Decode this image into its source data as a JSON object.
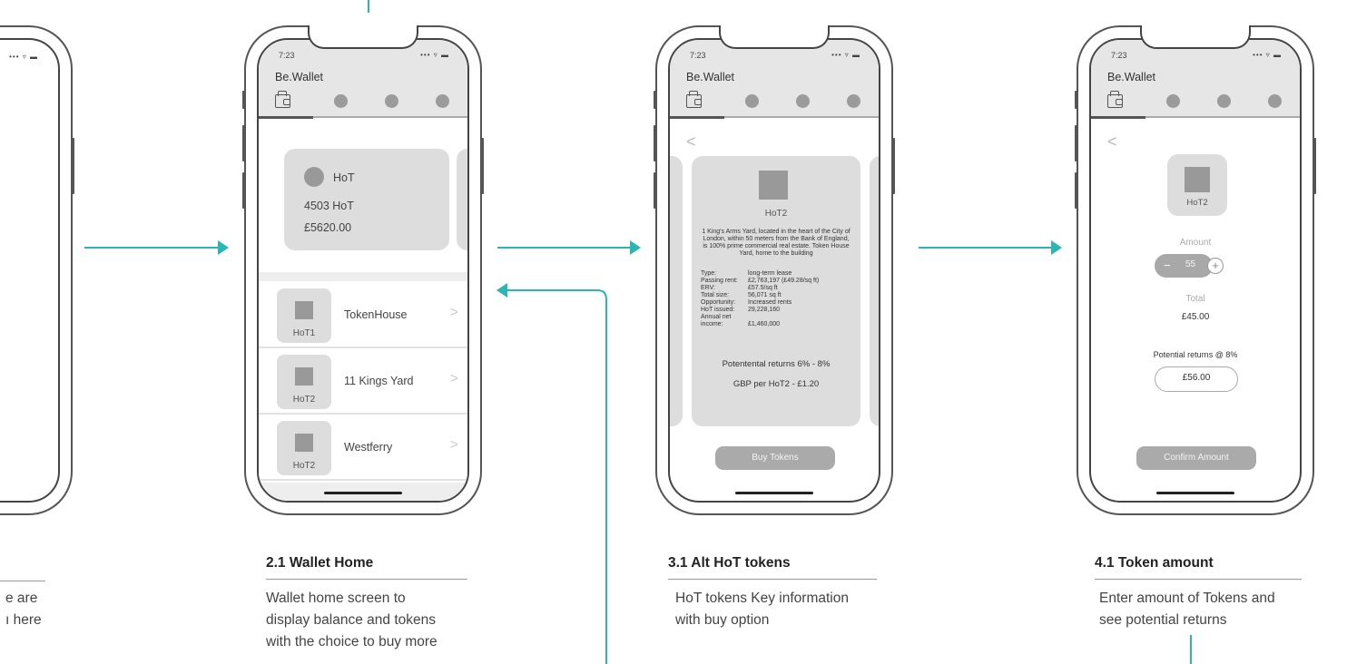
{
  "flow_color": "#2bb5b5",
  "partial_screen": {
    "status_icons": "••• ▿ ▬",
    "desc_line1": "e are",
    "desc_line2": "ı here"
  },
  "screens": [
    {
      "time": "7:23",
      "status_icons": "••• ▿ ▬",
      "app_title": "Be.Wallet",
      "balance_card": {
        "token": "HoT",
        "amount": "4503 HoT",
        "value": "£5620.00"
      },
      "tokens": [
        {
          "thumb": "HoT1",
          "name": "TokenHouse"
        },
        {
          "thumb": "HoT2",
          "name": "11 Kings Yard"
        },
        {
          "thumb": "HoT2",
          "name": "Westferry"
        }
      ],
      "caption": "2.1 Wallet Home",
      "description": [
        "Wallet home screen to",
        "display balance and tokens",
        "with the choice to buy more"
      ]
    },
    {
      "time": "7:23",
      "status_icons": "••• ▿ ▬",
      "app_title": "Be.Wallet",
      "card_title": "HoT2",
      "card_text": "1 King's Arms Yard, located in the heart of the City of London, within 50 meters from the Bank of England, is 100% prime commercial real estate. Token House Yard, home to the building",
      "details": [
        {
          "label": "Type:",
          "value": "long-term lease"
        },
        {
          "label": "Passing rent:",
          "value": "£2,763,197 (£49.28/sq ft)"
        },
        {
          "label": "ERV:",
          "value": "£57.5/sq ft"
        },
        {
          "label": "Total size:",
          "value": "56,071 sq ft"
        },
        {
          "label": "Opportunity:",
          "value": "Increased rents"
        },
        {
          "label": "HoT issued:",
          "value": "29,228,160"
        },
        {
          "label": "Annual net income:",
          "value": "£1,460,000"
        }
      ],
      "returns": "Potentental returns 6% - 8%",
      "price": "GBP per HoT2  - £1.20",
      "button": "Buy Tokens",
      "caption": "3.1 Alt HoT  tokens",
      "description": [
        "HoT tokens Key information",
        "with buy option"
      ]
    },
    {
      "time": "7:23",
      "status_icons": "••• ▿ ▬",
      "app_title": "Be.Wallet",
      "token_label": "HoT2",
      "amount_label": "Amount",
      "minus": "−",
      "amount_value": "55",
      "plus": "+",
      "total_label": "Total",
      "total_value": "£45.00",
      "returns_label": "Potential returns @ 8%",
      "returns_value": "£56.00",
      "button": "Confirm Amount",
      "caption": "4.1 Token amount",
      "description": [
        "Enter amount of Tokens and",
        "see potential returns"
      ]
    }
  ]
}
